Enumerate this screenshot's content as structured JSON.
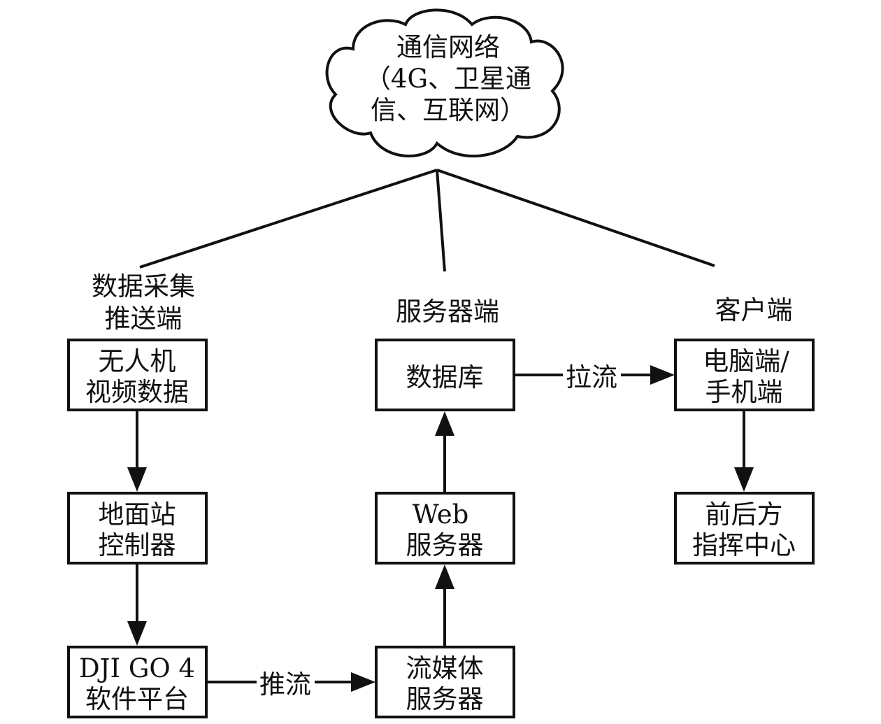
{
  "cloud": {
    "lines": [
      "通信网络",
      "（4G、卫星通",
      "信、互联网）"
    ]
  },
  "groups": {
    "collect": {
      "lines": [
        "数据采集",
        "推送端"
      ]
    },
    "server": {
      "lines": [
        "服务器端"
      ]
    },
    "client": {
      "lines": [
        "客户端"
      ]
    }
  },
  "nodes": {
    "uav": {
      "lines": [
        "无人机",
        "视频数据"
      ]
    },
    "ground": {
      "lines": [
        "地面站",
        "控制器"
      ]
    },
    "djigo": {
      "lines": [
        "DJI GO 4",
        "软件平台"
      ]
    },
    "database": {
      "lines": [
        "数据库"
      ]
    },
    "web": {
      "lines": [
        "Web",
        "服务器"
      ]
    },
    "stream": {
      "lines": [
        "流媒体",
        "服务器"
      ]
    },
    "pc": {
      "lines": [
        "电脑端/",
        "手机端"
      ]
    },
    "command": {
      "lines": [
        "前后方",
        "指挥中心"
      ]
    }
  },
  "edges": {
    "push": "推流",
    "pull": "拉流"
  }
}
